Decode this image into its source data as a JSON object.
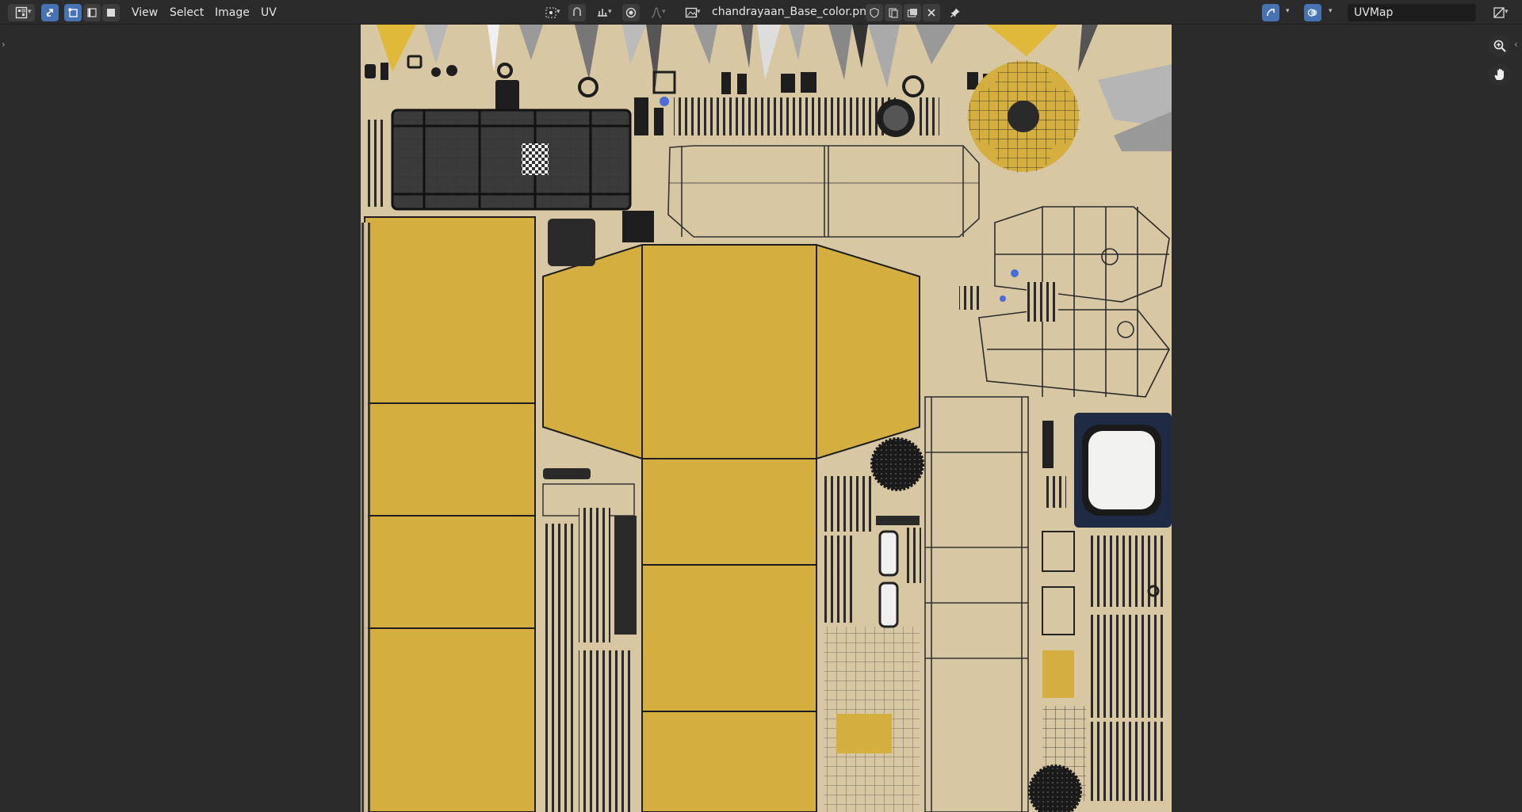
{
  "header": {
    "menus": [
      "View",
      "Select",
      "Image",
      "UV"
    ],
    "image_name": "chandrayaan_Base_color.png",
    "uv_map_name": "UVMap"
  },
  "colors": {
    "background": "#2b2b2b",
    "accent_blue": "#4772b3",
    "texture_yellow": "#d4af3f",
    "texture_beige": "#d8c7a3",
    "texture_dark": "#3a3a3a",
    "navy_panel": "#1f2a44"
  },
  "icons": [
    "editor-type-image-icon",
    "uv-sync-icon",
    "vertex-select-icon",
    "edge-select-icon",
    "face-select-icon",
    "pivot-icon",
    "snap-icon",
    "snap-increment-icon",
    "proportional-edit-icon",
    "falloff-icon",
    "image-browse-icon",
    "fake-user-shield-icon",
    "new-image-icon",
    "open-image-icon",
    "unlink-icon",
    "pin-icon",
    "gizmo-icon",
    "overlay-icon",
    "display-mode-icon",
    "zoom-icon",
    "hand-pan-icon"
  ]
}
